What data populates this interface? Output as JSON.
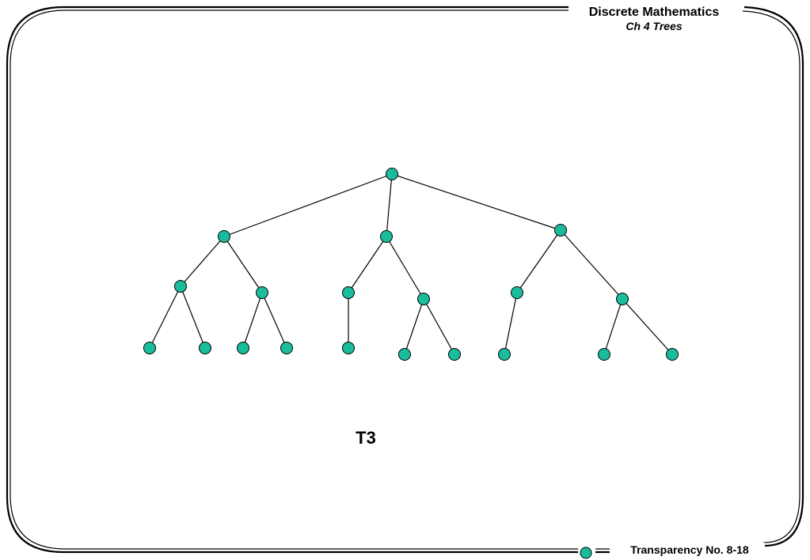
{
  "header": {
    "title": "Discrete Mathematics",
    "subtitle": "Ch 4 Trees"
  },
  "diagram": {
    "label": "T3",
    "node_color": "#1abc9c",
    "edge_color": "#000000"
  },
  "footer": {
    "text": "Transparency No. 8-18"
  },
  "colors": {
    "frame": "#000000",
    "background": "#ffffff",
    "node_fill": "#1abc9c",
    "node_stroke": "#000000"
  }
}
